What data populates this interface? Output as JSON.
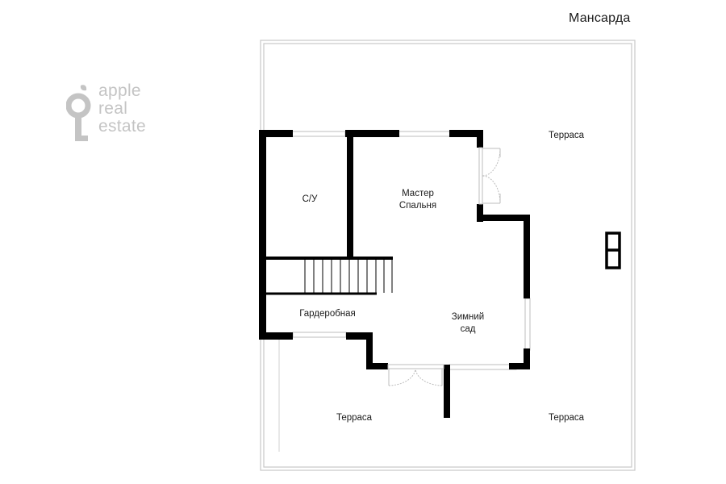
{
  "header": {
    "title": "Мансарда"
  },
  "logo": {
    "line1": "apple",
    "line2": "real",
    "line3": "estate",
    "color": "#c4c4c4"
  },
  "rooms": {
    "bathroom": {
      "label": "С/У"
    },
    "master_bedroom": {
      "line1": "Мастер",
      "line2": "Спальня"
    },
    "wardrobe": {
      "label": "Гардеробная"
    },
    "winter_garden": {
      "line1": "Зимний",
      "line2": "сад"
    },
    "terrace_right": {
      "label": "Терраса"
    },
    "terrace_bottom_left": {
      "label": "Терраса"
    },
    "terrace_bottom_right": {
      "label": "Терраса"
    }
  },
  "colors": {
    "wall": "#000000",
    "window": "#bdbdbd",
    "boundary": "#c8c8c8",
    "text": "#1a1a1a"
  }
}
